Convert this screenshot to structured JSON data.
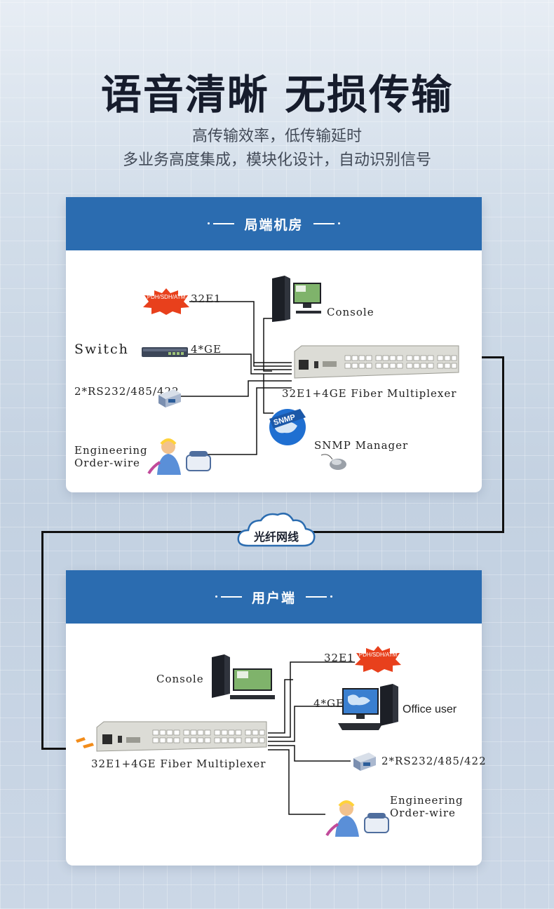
{
  "title": "语音清晰 无损传输",
  "subtitle1": "高传输效率，低传输延时",
  "subtitle2": "多业务高度集成，模块化设计，自动识别信号",
  "link_label": "光纤网线",
  "panel_top": {
    "heading": "局端机房",
    "pdh_badge": "PDH/SDH/ATM",
    "labels": {
      "e1": "32E1",
      "switch": "Switch",
      "ge": "4*GE",
      "serial": "2*RS232/485/422",
      "engineering": "Engineering",
      "orderwire": "Order-wire",
      "console": "Console",
      "mux": "32E1+4GE Fiber  Multiplexer",
      "snmp_badge": "SNMP",
      "snmp": "SNMP Manager"
    }
  },
  "panel_bottom": {
    "heading": "用户端",
    "pdh_badge": "PDH/SDH/ATM",
    "labels": {
      "console": "Console",
      "mux": "32E1+4GE Fiber  Multiplexer",
      "e1": "32E1",
      "ge": "4*GE",
      "office": "Office user",
      "serial": "2*RS232/485/422",
      "engineering": "Engineering",
      "orderwire": "Order-wire"
    }
  },
  "colors": {
    "header_blue": "#2b6cb0",
    "starburst_red": "#e8401c",
    "text_dark": "#161c2c"
  }
}
